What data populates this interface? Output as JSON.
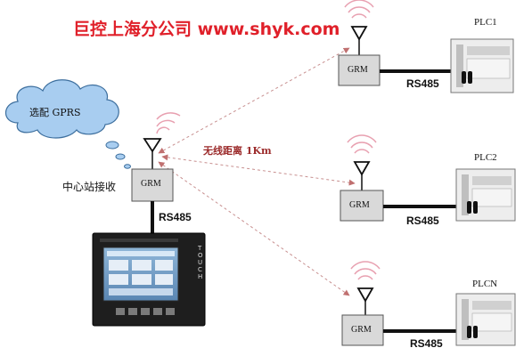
{
  "title": "巨控上海分公司 www.shyk.com",
  "cloud_label": "选配 GPRS",
  "center_label": "中心站接收",
  "wireless_label": "无线距离 1Km",
  "module_label": "GRM",
  "bus_label": "RS485",
  "plc_labels": [
    "PLC1",
    "PLC2",
    "PLCN"
  ],
  "hmi_brand": "TOUCH",
  "colors": {
    "title": "#e0202a",
    "signal": "#e8a0b0",
    "link": "#c89090",
    "cloud": "#a8cdf0",
    "box": "#d9d9d9"
  }
}
